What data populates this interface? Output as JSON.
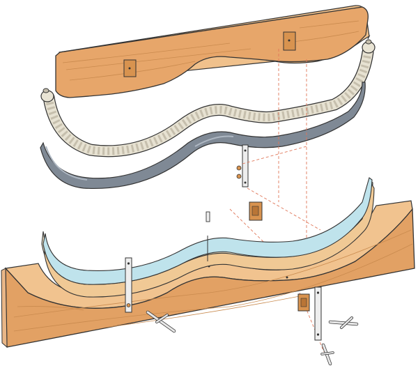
{
  "figure": {
    "type": "exploded assembly illustration",
    "background": "#ffffff"
  },
  "parts": [
    {
      "id": "upper-form-block",
      "kind": "wood",
      "icon": "wooden-block"
    },
    {
      "id": "twisted-rope",
      "kind": "rope",
      "icon": "rope"
    },
    {
      "id": "steel-strap",
      "kind": "metal",
      "icon": "steel-band"
    },
    {
      "id": "bracket-upper",
      "kind": "metal",
      "icon": "bracket"
    },
    {
      "id": "small-spacer-block",
      "kind": "wood",
      "icon": "spacer-block"
    },
    {
      "id": "bending-strips",
      "kind": "laminate",
      "icon": "layered-strips"
    },
    {
      "id": "lower-form-block",
      "kind": "wood",
      "icon": "wooden-block"
    },
    {
      "id": "bracket-left",
      "kind": "metal",
      "icon": "bracket"
    },
    {
      "id": "bracket-right",
      "kind": "metal",
      "icon": "bracket"
    },
    {
      "id": "bolts",
      "kind": "hardware",
      "icon": "bolt"
    }
  ],
  "colors": {
    "wood_light": "#e9b27a",
    "wood_mid": "#d99555",
    "wood_dark": "#b86f33",
    "wood_end": "#e7b182",
    "rope": "#e6e2d3",
    "rope_shade": "#c5bfae",
    "steel": "#7d8794",
    "steel_light": "#a7b0bb",
    "strip_blue": "#bfe3ec",
    "strip_cream": "#f6ecd0",
    "strip_tan": "#f0c995",
    "bracket": "#e6e6e6",
    "outline": "#333333",
    "leader_line": "#e0775a"
  }
}
